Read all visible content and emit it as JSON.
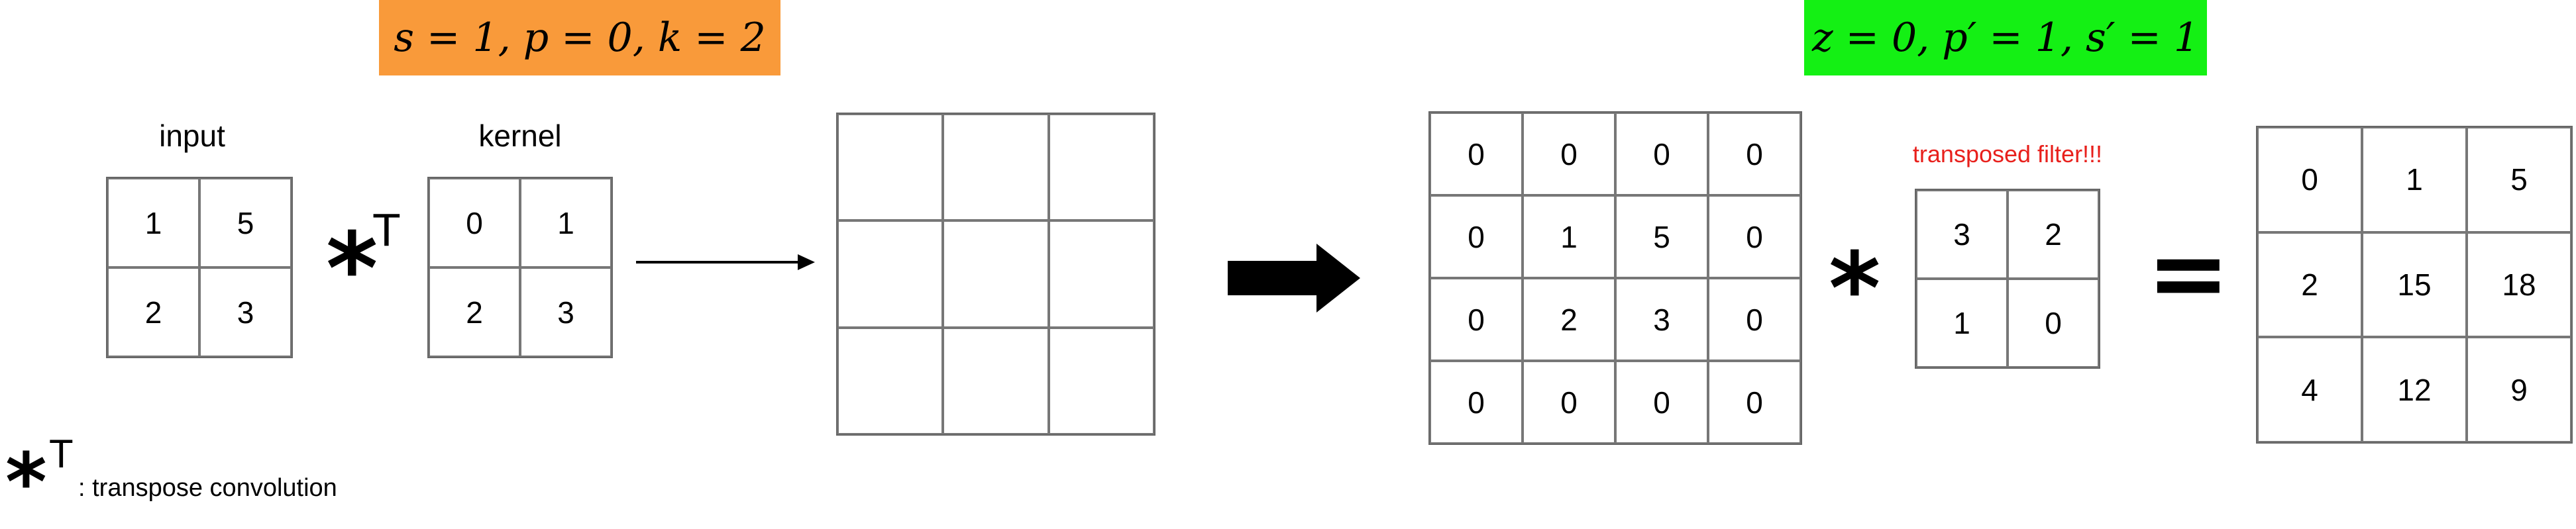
{
  "params_left": "s = 1, p = 0, k = 2",
  "params_right": "z = 0, p′ = 1, s′ = 1",
  "colors": {
    "left_box": "#f99a3a",
    "right_box": "#14f014",
    "filter_note": "#e8201c"
  },
  "input": {
    "label": "input",
    "values": [
      "1",
      "5",
      "2",
      "3"
    ]
  },
  "kernel": {
    "label": "kernel",
    "values": [
      "0",
      "1",
      "2",
      "3"
    ]
  },
  "op_symbol": "*",
  "op_superscript": "T",
  "padded_input": {
    "values": [
      "0",
      "0",
      "0",
      "0",
      "0",
      "1",
      "5",
      "0",
      "0",
      "2",
      "3",
      "0",
      "0",
      "0",
      "0",
      "0"
    ]
  },
  "transposed_filter": {
    "label": "transposed filter!!!",
    "values": [
      "3",
      "2",
      "1",
      "0"
    ]
  },
  "equals": "=",
  "result": {
    "values": [
      "0",
      "1",
      "5",
      "2",
      "15",
      "18",
      "4",
      "12",
      "9"
    ]
  },
  "legend": {
    "symbol": "*",
    "superscript": "T",
    "text": ": transpose convolution"
  }
}
